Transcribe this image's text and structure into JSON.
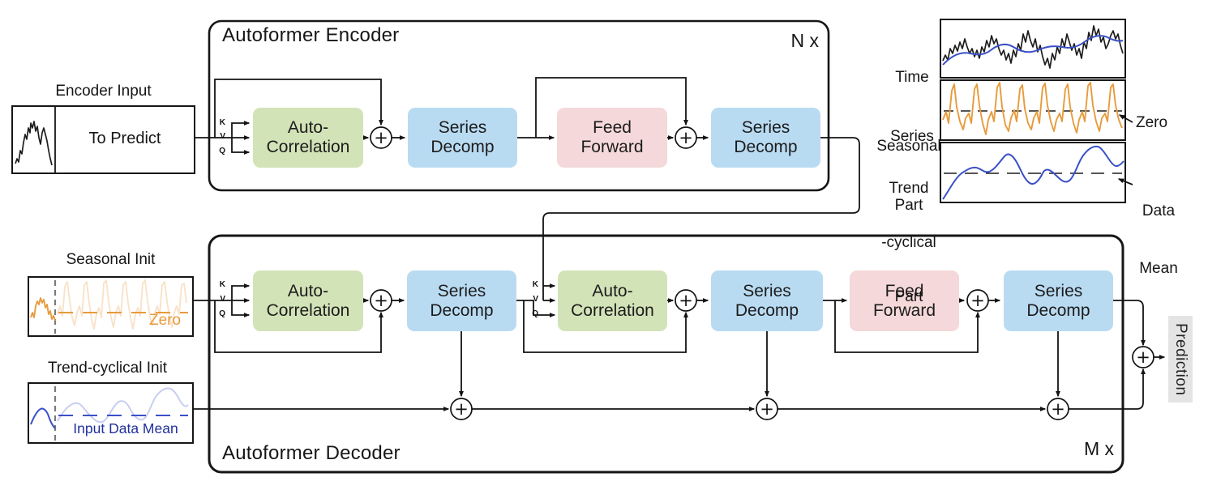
{
  "colors": {
    "green": "#d3e3b8",
    "blue": "#b9dbf2",
    "pink": "#f5d8d9",
    "orange": "#e79b3c",
    "curveblue": "#3a50c8",
    "navy": "#20309c",
    "wire": "#131313",
    "predbg": "#e4e4e4"
  },
  "qkv": [
    "K",
    "V",
    "Q"
  ],
  "plus": "+",
  "encoder": {
    "title": "Autoformer Encoder",
    "repeat": "N x",
    "input_label": "Encoder Input",
    "input_value": "To Predict",
    "blocks": [
      {
        "line1": "Auto-",
        "line2": "Correlation"
      },
      {
        "line1": "Series",
        "line2": "Decomp"
      },
      {
        "line1": "Feed",
        "line2": "Forward"
      },
      {
        "line1": "Series",
        "line2": "Decomp"
      }
    ]
  },
  "decoder": {
    "title": "Autoformer Decoder",
    "repeat": "M x",
    "seasonal_init_label": "Seasonal Init",
    "seasonal_init_annotation": "Zero",
    "trend_init_label": "Trend-cyclical Init",
    "trend_init_annotation": "Input Data Mean",
    "blocks": [
      {
        "line1": "Auto-",
        "line2": "Correlation"
      },
      {
        "line1": "Series",
        "line2": "Decomp"
      },
      {
        "line1": "Auto-",
        "line2": "Correlation"
      },
      {
        "line1": "Series",
        "line2": "Decomp"
      },
      {
        "line1": "Feed",
        "line2": "Forward"
      },
      {
        "line1": "Series",
        "line2": "Decomp"
      }
    ]
  },
  "legend": {
    "rows": [
      {
        "lines": [
          "Time",
          "Series"
        ]
      },
      {
        "lines": [
          "Seasonal",
          "Part"
        ],
        "annotation": "Zero"
      },
      {
        "lines": [
          "Trend",
          "-cyclical",
          "Part"
        ],
        "annotation_lines": [
          "Data",
          "Mean"
        ]
      }
    ]
  },
  "output_label": "Prediction"
}
